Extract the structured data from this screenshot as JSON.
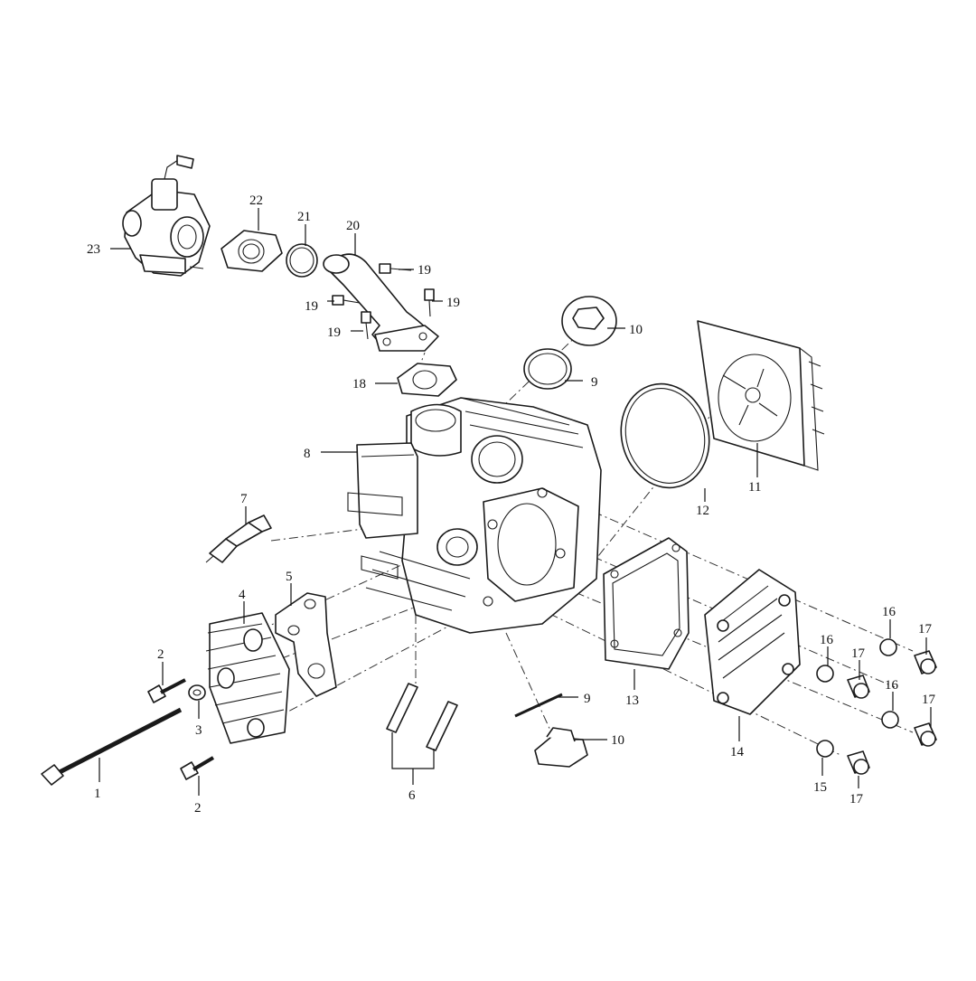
{
  "diagram": {
    "callouts": [
      {
        "id": "c1",
        "label": "1"
      },
      {
        "id": "c2a",
        "label": "2"
      },
      {
        "id": "c2b",
        "label": "2"
      },
      {
        "id": "c3",
        "label": "3"
      },
      {
        "id": "c4",
        "label": "4"
      },
      {
        "id": "c5",
        "label": "5"
      },
      {
        "id": "c6",
        "label": "6"
      },
      {
        "id": "c7",
        "label": "7"
      },
      {
        "id": "c8",
        "label": "8"
      },
      {
        "id": "c9a",
        "label": "9"
      },
      {
        "id": "c9b",
        "label": "9"
      },
      {
        "id": "c10a",
        "label": "10"
      },
      {
        "id": "c10b",
        "label": "10"
      },
      {
        "id": "c11",
        "label": "11"
      },
      {
        "id": "c12",
        "label": "12"
      },
      {
        "id": "c13",
        "label": "13"
      },
      {
        "id": "c14",
        "label": "14"
      },
      {
        "id": "c15",
        "label": "15"
      },
      {
        "id": "c16a",
        "label": "16"
      },
      {
        "id": "c16b",
        "label": "16"
      },
      {
        "id": "c16c",
        "label": "16"
      },
      {
        "id": "c17a",
        "label": "17"
      },
      {
        "id": "c17b",
        "label": "17"
      },
      {
        "id": "c17c",
        "label": "17"
      },
      {
        "id": "c17d",
        "label": "17"
      },
      {
        "id": "c18",
        "label": "18"
      },
      {
        "id": "c19a",
        "label": "19"
      },
      {
        "id": "c19b",
        "label": "19"
      },
      {
        "id": "c19c",
        "label": "19"
      },
      {
        "id": "c19d",
        "label": "19"
      },
      {
        "id": "c20",
        "label": "20"
      },
      {
        "id": "c21",
        "label": "21"
      },
      {
        "id": "c22",
        "label": "22"
      },
      {
        "id": "c23",
        "label": "23"
      }
    ]
  }
}
